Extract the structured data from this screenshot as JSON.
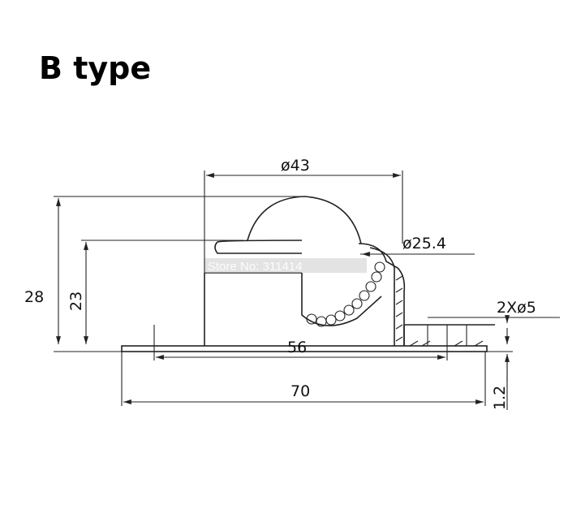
{
  "title": "B type",
  "dimensions": {
    "outer_diameter": "ø43",
    "ball_diameter": "ø25.4",
    "holes": "2Xø5",
    "height_total": "28",
    "height_ball": "23",
    "hole_spacing": "56",
    "base_width": "70",
    "plate_thickness": "1.2"
  },
  "watermark": "Store No: 311414"
}
